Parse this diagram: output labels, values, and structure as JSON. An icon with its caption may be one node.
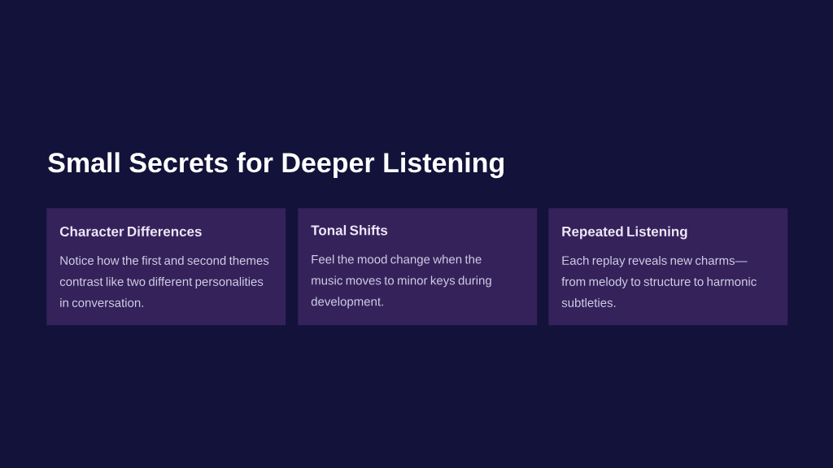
{
  "diagram": {
    "title": "Small Secrets for Deeper Listening",
    "nodes": [
      {
        "text": [
          "Character Differences",
          "Notice how the first and second themes contrast like two different personalities in conversation."
        ]
      },
      {
        "text": [
          "Tonal Shifts",
          "Feel the mood change when the music moves to minor keys during development."
        ]
      },
      {
        "text": [
          "Repeated Listening",
          "Each replay reveals new charms—from melody to structure to harmonic subtleties."
        ]
      }
    ]
  }
}
